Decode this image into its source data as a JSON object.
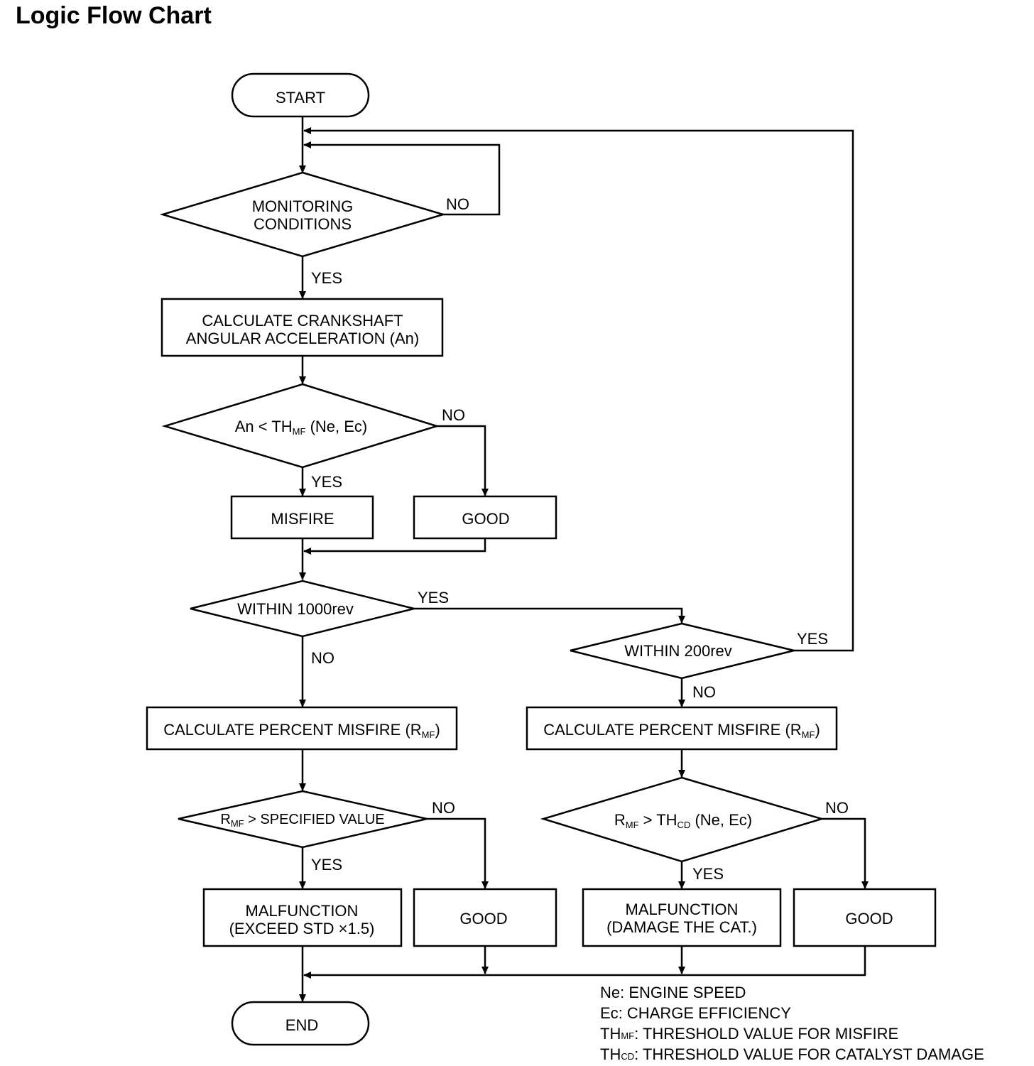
{
  "title": "Logic Flow Chart",
  "nodes": {
    "start": "START",
    "monitoring": [
      "MONITORING",
      "CONDITIONS"
    ],
    "calc_crank": [
      "CALCULATE CRANKSHAFT",
      "ANGULAR ACCELERATION (An)"
    ],
    "an_decision": {
      "pre": "An < TH",
      "sub": "MF",
      "post": " (Ne,  Ec)"
    },
    "misfire": "MISFIRE",
    "good_1": "GOOD",
    "within_1000": "WITHIN 1000rev",
    "within_200": "WITHIN 200rev",
    "calc_pct_left": {
      "pre": "CALCULATE PERCENT MISFIRE (R",
      "sub": "MF",
      "post": ")"
    },
    "calc_pct_right": {
      "pre": "CALCULATE PERCENT MISFIRE (R",
      "sub": "MF",
      "post": ")"
    },
    "rmf_specified": {
      "pre": "R",
      "sub": "MF",
      "post": " > SPECIFIED VALUE"
    },
    "rmf_thcd": {
      "pre": "R",
      "sub": "MF",
      "mid": " > TH",
      "sub2": "CD",
      "post": " (Ne, Ec)"
    },
    "malfunction_left": [
      "MALFUNCTION",
      "(EXCEED STD  ×1.5)"
    ],
    "good_2": "GOOD",
    "malfunction_right": [
      "MALFUNCTION",
      "(DAMAGE THE CAT.)"
    ],
    "good_3": "GOOD",
    "end": "END"
  },
  "edge_labels": {
    "yes": "YES",
    "no": "NO"
  },
  "legend": [
    {
      "abbr": "Ne",
      "sub": "",
      "text": ": ENGINE SPEED"
    },
    {
      "abbr": "Ec",
      "sub": "",
      "text": ": CHARGE EFFICIENCY"
    },
    {
      "abbr": "TH",
      "sub": "MF",
      "text": ": THRESHOLD VALUE FOR MISFIRE"
    },
    {
      "abbr": "TH",
      "sub": "CD",
      "text": ": THRESHOLD VALUE FOR CATALYST DAMAGE"
    }
  ]
}
